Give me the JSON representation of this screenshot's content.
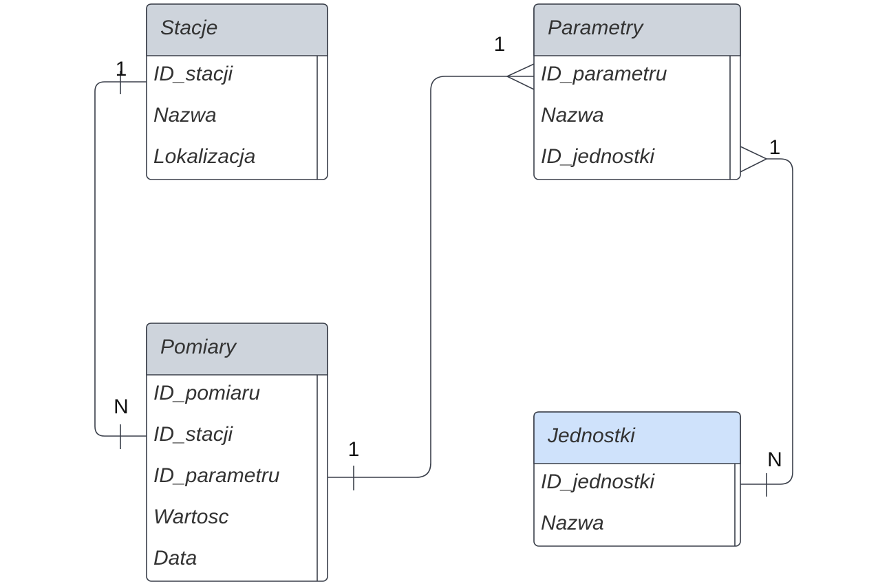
{
  "colors": {
    "header_default": "#ced4dc",
    "header_highlight": "#cfe2fb",
    "stroke": "#3a3f4a",
    "text": "#333333"
  },
  "tables": {
    "stacje": {
      "title": "Stacje",
      "fields": [
        "ID_stacji",
        "Nazwa",
        "Lokalizacja"
      ]
    },
    "parametry": {
      "title": "Parametry",
      "fields": [
        "ID_parametru",
        "Nazwa",
        "ID_jednostki"
      ]
    },
    "pomiary": {
      "title": "Pomiary",
      "fields": [
        "ID_pomiaru",
        "ID_stacji",
        "ID_parametru",
        "Wartosc",
        "Data"
      ]
    },
    "jednostki": {
      "title": "Jednostki",
      "fields": [
        "ID_jednostki",
        "Nazwa"
      ]
    }
  },
  "relations": {
    "stacje_pomiary": {
      "from_label": "1",
      "to_label": "N"
    },
    "pomiary_parametry": {
      "from_label": "1",
      "to_label": "1"
    },
    "parametry_jednostki": {
      "from_label": "1",
      "to_label": "N"
    }
  }
}
